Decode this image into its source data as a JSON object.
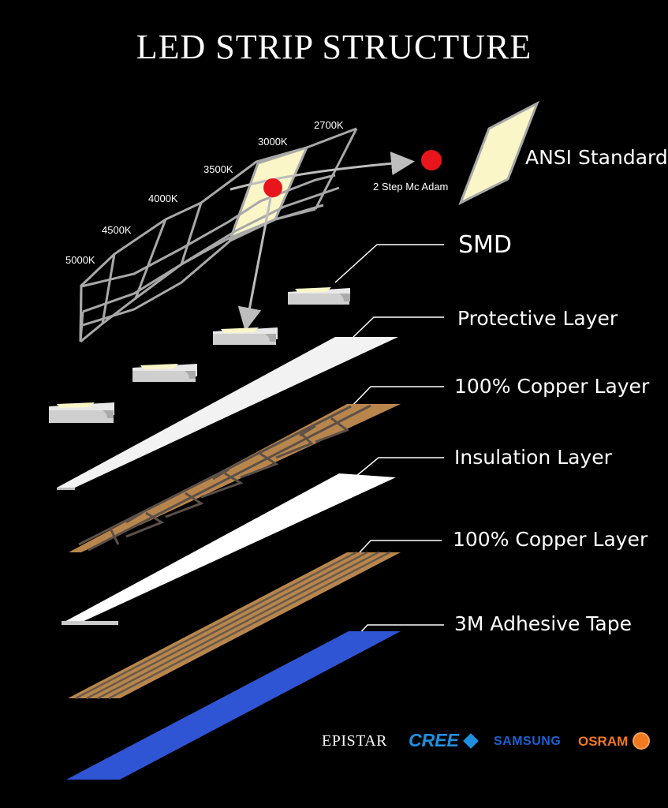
{
  "title": "LED STRIP STRUCTURE",
  "chromaticity": {
    "cct_labels": [
      "5000K",
      "4500K",
      "4000K",
      "3500K",
      "3000K",
      "2700K"
    ],
    "macadam_label": "2 Step Mc Adam",
    "ansi_label": "ANSI Standard"
  },
  "layers": {
    "smd": "SMD",
    "protective": "Protective Layer",
    "copper_top": "100% Copper Layer",
    "insulation": "Insulation Layer",
    "copper_bottom": "100% Copper Layer",
    "adhesive": "3M Adhesive Tape"
  },
  "brands": {
    "epistar": "EPISTAR",
    "cree": "CREE",
    "samsung": "SAMSUNG",
    "osram": "OSRAM"
  },
  "colors": {
    "background": "#000000",
    "highlight_cell": "#fbf6c8",
    "red_dot": "#e8161c",
    "copper": "#b8864c",
    "copper_trace": "#6b5a4a",
    "adhesive": "#2f55d4",
    "protective": "#f2f2f2",
    "insulation": "#ffffff"
  }
}
